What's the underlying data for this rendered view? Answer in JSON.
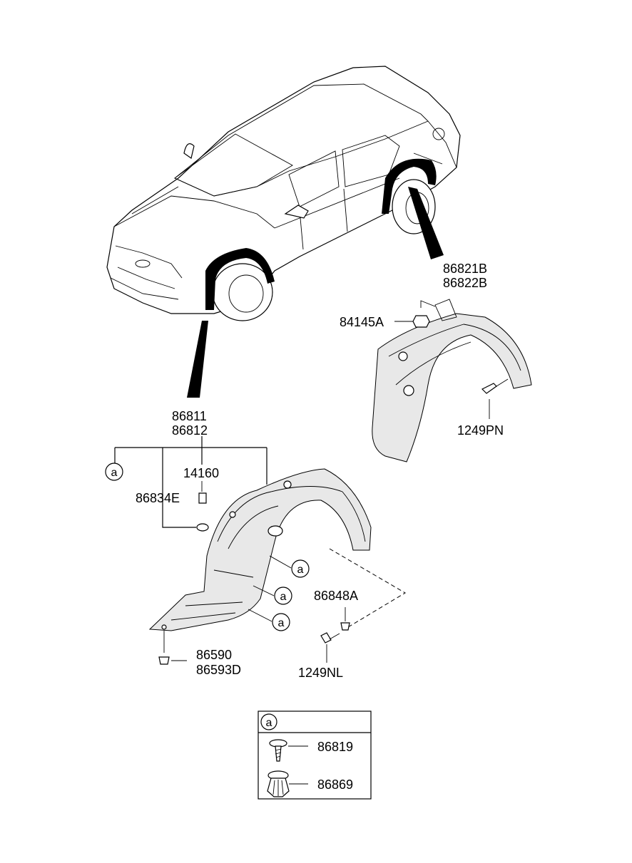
{
  "labels": {
    "front_guard_1": "86811",
    "front_guard_2": "86812",
    "rear_guard_1": "86821B",
    "rear_guard_2": "86822B",
    "nut": "84145A",
    "screw_rear": "1249PN",
    "clip_top": "14160",
    "grommet": "86834E",
    "bolt_a": "86848A",
    "screw_front": "1249NL",
    "fastener_1": "86590",
    "fastener_2": "86593D"
  },
  "reference_marker": "a",
  "legend": {
    "marker": "a",
    "items": [
      {
        "part_no": "86819",
        "icon": "screw-icon"
      },
      {
        "part_no": "86869",
        "icon": "push-clip-icon"
      }
    ]
  }
}
